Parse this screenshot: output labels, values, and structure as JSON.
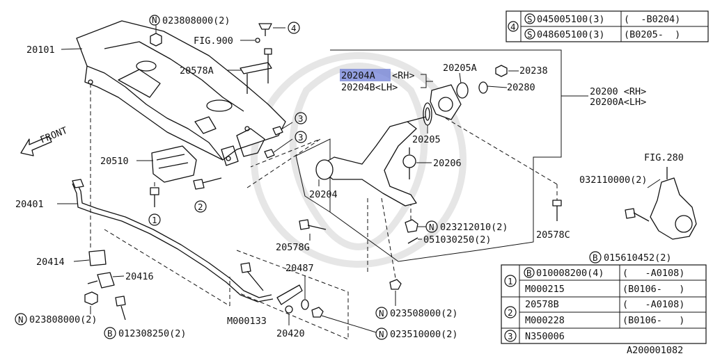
{
  "diagram_id": "A200001082",
  "front_label": "FRONT",
  "labels": {
    "p20101": "20101",
    "n023808000_top": "023808000(2)",
    "fig900": "FIG.900",
    "p20578A": "20578A",
    "p20510": "20510",
    "p20401": "20401",
    "p20414": "20414",
    "p20416": "20416",
    "n023808000_bot": "023808000(2)",
    "b012308250": "012308250(2)",
    "m000133": "M000133",
    "p20420": "20420",
    "p20487": "20487",
    "p20578G": "20578G",
    "n023508000": "023508000(2)",
    "n023510000": "023510000(2)",
    "n023212010": "023212010(2)",
    "p051030250": "051030250(2)",
    "p20204": "20204",
    "p20204A": "20204A",
    "p20204A_side": "<RH>",
    "p20204B": "20204B<LH>",
    "p20205A": "20205A",
    "p20238": "20238",
    "p20280": "20280",
    "p20205": "20205",
    "p20206": "20206",
    "p20200": "20200 <RH>",
    "p20200A": "20200A<LH>",
    "p20578C": "20578C",
    "fig280": "FIG.280",
    "p032110000": "032110000(2)",
    "b015610452": "015610452(2)"
  },
  "callouts": {
    "c1": "1",
    "c2": "2",
    "c3": "3",
    "c4": "4"
  },
  "prefix": {
    "N": "N",
    "S": "S",
    "B": "B"
  },
  "table_top": {
    "ref": "4",
    "rows": [
      {
        "prefix": "S",
        "part": "045005100(3)",
        "range": "(  -B0204)"
      },
      {
        "prefix": "S",
        "part": "048605100(3)",
        "range": "(B0205-  )"
      }
    ]
  },
  "table_bottom": {
    "rows": [
      {
        "ref": "1",
        "prefix": "B",
        "part": "010008200(4)",
        "range": "(   -A0108)"
      },
      {
        "ref": "",
        "prefix": "",
        "part": "M000215",
        "range": "(B0106-   )"
      },
      {
        "ref": "2",
        "prefix": "",
        "part": "20578B",
        "range": "(   -A0108)"
      },
      {
        "ref": "",
        "prefix": "",
        "part": "M000228",
        "range": "(B0106-   )"
      },
      {
        "ref": "3",
        "prefix": "",
        "part": "N350006",
        "range": ""
      }
    ]
  },
  "highlight_part": "20204A",
  "colors": {
    "ink": "#111111",
    "highlight": "#6f7fd6",
    "background": "#ffffff"
  }
}
